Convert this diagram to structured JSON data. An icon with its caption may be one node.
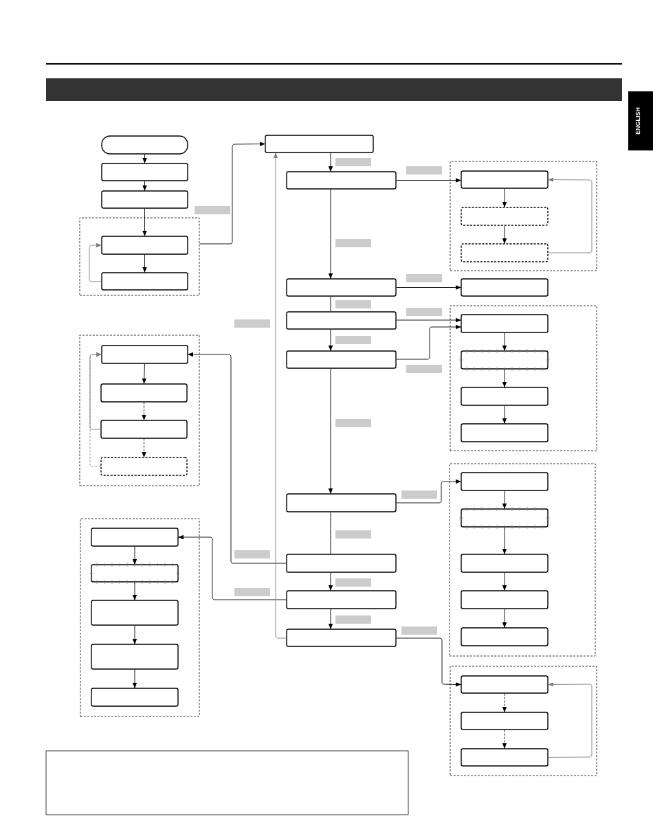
{
  "diagram": {
    "nodes": [
      {
        "text": [],
        "shape": "capsule"
      },
      {
        "text": [],
        "shape": "box"
      },
      {
        "text": [],
        "shape": "box"
      },
      {
        "text": [],
        "shape": "box"
      },
      {
        "text": [],
        "shape": "box",
        "in": 3
      },
      {
        "text": [],
        "shape": "box",
        "in": 3
      },
      {
        "text": [],
        "shape": "box"
      },
      {
        "text": [],
        "shape": "box",
        "in": 6
      },
      {
        "text": [],
        "shape": "box",
        "in": 6
      },
      {
        "text": [],
        "shape": "box",
        "in": 6
      },
      {
        "text": [],
        "shape": "box",
        "in": 6
      },
      {
        "text": [],
        "shape": "box"
      },
      {
        "text": [],
        "shape": "box",
        "in": 11
      },
      {
        "text": [],
        "shape": "box",
        "in": 11
      },
      {
        "text": [],
        "shape": "box",
        "in": 11
      },
      {
        "text": [],
        "shape": "box",
        "in": 11
      },
      {
        "text": [],
        "shape": "box",
        "in": 11
      },
      {
        "text": [],
        "shape": "box"
      },
      {
        "text": [],
        "shape": "box"
      },
      {
        "text": [],
        "shape": "box"
      },
      {
        "text": [],
        "shape": "box"
      },
      {
        "text": [],
        "shape": "box"
      },
      {
        "text": [],
        "shape": "box"
      },
      {
        "text": [],
        "shape": "box"
      },
      {
        "text": [],
        "shape": "box"
      },
      {
        "text": [],
        "shape": "box"
      },
      {
        "text": [],
        "shape": "box"
      },
      {
        "text": [],
        "shape": "box",
        "in": 26
      },
      {
        "text": [],
        "shape": "box",
        "in": 26
      },
      {
        "text": [],
        "shape": "box",
        "in": 26
      },
      {
        "text": [],
        "shape": "box"
      },
      {
        "text": [],
        "shape": "box"
      },
      {
        "text": [],
        "shape": "box",
        "in": 31
      },
      {
        "text": [],
        "shape": "box",
        "in": 31
      },
      {
        "text": [],
        "shape": "box",
        "in": 31
      },
      {
        "text": [],
        "shape": "box",
        "in": 31
      },
      {
        "text": [],
        "shape": "box"
      },
      {
        "text": [],
        "shape": "box",
        "in": 36
      },
      {
        "text": [],
        "shape": "box",
        "in": 36
      },
      {
        "text": [],
        "shape": "box",
        "in": 36
      },
      {
        "text": [],
        "shape": "box",
        "in": 36
      },
      {
        "text": [],
        "shape": "box",
        "in": 36
      },
      {
        "text": [],
        "shape": "box"
      },
      {
        "text": [],
        "shape": "box",
        "in": 42
      },
      {
        "text": [],
        "shape": "box",
        "in": 42
      },
      {
        "text": [],
        "shape": "box",
        "in": 42
      },
      {
        "text": [],
        "shape": "box"
      }
    ],
    "edges": [
      {
        "from": 0,
        "to": 1,
        "arrow": "to"
      },
      {
        "from": 1,
        "to": 2,
        "arrow": "to"
      },
      {
        "from": 2,
        "to": 4,
        "arrow": "to"
      },
      {
        "from": 4,
        "to": 5,
        "arrow": "to"
      },
      {
        "from": 5,
        "to": 4,
        "arrow": "to",
        "color": "#808080"
      },
      {
        "from": 3,
        "to": 17,
        "arrow": "to"
      },
      {
        "from": 17,
        "to": 18,
        "arrow": "to"
      },
      {
        "from": 18,
        "to": 27,
        "arrow": "to"
      },
      {
        "from": 27,
        "to": 28,
        "arrow": "to"
      },
      {
        "from": 28,
        "to": 29,
        "arrow": "to"
      },
      {
        "from": 29,
        "to": 27,
        "arrow": "to",
        "color": "#808080"
      },
      {
        "from": 18,
        "to": 19,
        "arrow": "to"
      },
      {
        "from": 19,
        "to": 30,
        "arrow": "to"
      },
      {
        "from": 19,
        "to": 20,
        "arrow": "none"
      },
      {
        "from": 20,
        "to": 21,
        "arrow": "to"
      },
      {
        "from": 21,
        "to": 22,
        "arrow": "to"
      },
      {
        "from": 22,
        "to": 23,
        "arrow": "none"
      },
      {
        "from": 23,
        "to": 24,
        "arrow": "to"
      },
      {
        "from": 24,
        "to": 25,
        "arrow": "to"
      },
      {
        "from": 20,
        "to": 32,
        "arrow": "to"
      },
      {
        "from": 21,
        "to": 32,
        "arrow": "to"
      },
      {
        "from": 32,
        "to": 33,
        "arrow": "to"
      },
      {
        "from": 33,
        "to": 34,
        "arrow": "to"
      },
      {
        "from": 34,
        "to": 35,
        "arrow": "to"
      },
      {
        "from": 22,
        "to": 37,
        "arrow": "to"
      },
      {
        "from": 37,
        "to": 38,
        "arrow": "to"
      },
      {
        "from": 38,
        "to": 39,
        "arrow": "to"
      },
      {
        "from": 39,
        "to": 40,
        "arrow": "to"
      },
      {
        "from": 40,
        "to": 41,
        "arrow": "to"
      },
      {
        "from": 25,
        "to": 43,
        "arrow": "to"
      },
      {
        "from": 43,
        "to": 44,
        "arrow": "to",
        "style": "dashed"
      },
      {
        "from": 44,
        "to": 45,
        "arrow": "to",
        "style": "dashed"
      },
      {
        "from": 45,
        "to": 43,
        "arrow": "to",
        "color": "#808080"
      },
      {
        "from": 23,
        "to": 7,
        "arrow": "to"
      },
      {
        "from": 24,
        "to": 12,
        "arrow": "to"
      },
      {
        "from": 25,
        "to": 17,
        "arrow": "to",
        "color": "#808080"
      },
      {
        "from": 7,
        "to": 8,
        "arrow": "to"
      },
      {
        "from": 8,
        "to": 9,
        "arrow": "to",
        "style": "dashed"
      },
      {
        "from": 9,
        "to": 10,
        "arrow": "to",
        "style": "dashed"
      },
      {
        "from": 9,
        "to": 7,
        "arrow": "to",
        "color": "#808080"
      },
      {
        "from": 10,
        "to": 7,
        "arrow": "to",
        "style": "dashed",
        "color": "#808080"
      },
      {
        "from": 12,
        "to": 13,
        "arrow": "to"
      },
      {
        "from": 13,
        "to": 14,
        "arrow": "to"
      },
      {
        "from": 14,
        "to": 15,
        "arrow": "to"
      },
      {
        "from": 15,
        "to": 16,
        "arrow": "to"
      }
    ],
    "labels": [
      "ENGLISH"
    ]
  }
}
